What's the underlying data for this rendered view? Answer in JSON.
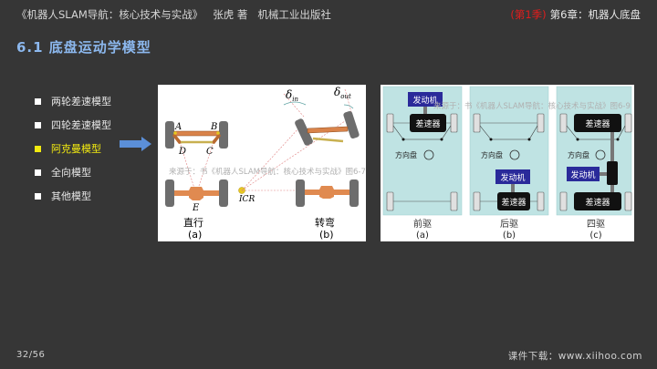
{
  "header": {
    "book_title": "《机器人SLAM导航：核心技术与实战》",
    "author": "张虎 著",
    "publisher": "机械工业出版社",
    "season": "(第1季)",
    "chapter": "第6章：机器人底盘"
  },
  "section_title": "6.1 底盘运动学模型",
  "bullets": [
    {
      "label": "两轮差速模型",
      "active": false
    },
    {
      "label": "四轮差速模型",
      "active": false
    },
    {
      "label": "阿克曼模型",
      "active": true
    },
    {
      "label": "全向模型",
      "active": false
    },
    {
      "label": "其他模型",
      "active": false
    }
  ],
  "colors": {
    "active": "#f2ea10",
    "title": "#8cb8ee",
    "season": "#e11d1d",
    "arrow": "#5b8fd8",
    "panel_bg": "#bfe3e3"
  },
  "figure1": {
    "watermark": "来源于：书《机器人SLAM导航：核心技术与实战》图6-7",
    "points": {
      "a": "A",
      "b": "B",
      "c": "C",
      "d": "D",
      "e": "E",
      "icr": "ICR"
    },
    "delta": "δ",
    "delta_in_sub": "in",
    "delta_out_sub": "out",
    "left_caption": "直行",
    "left_label": "(a)",
    "right_caption": "转弯",
    "right_label": "(b)"
  },
  "figure2": {
    "watermark": "来源于：书《机器人SLAM导航：核心技术与实战》图6-9",
    "engine": "发动机",
    "differential": "差速器",
    "steering": "方向盘",
    "panels": [
      {
        "caption": "前驱",
        "label": "(a)"
      },
      {
        "caption": "后驱",
        "label": "(b)"
      },
      {
        "caption": "四驱",
        "label": "(c)"
      }
    ]
  },
  "footer": {
    "page": "32/56",
    "download": "课件下载：www.xiihoo.com"
  }
}
